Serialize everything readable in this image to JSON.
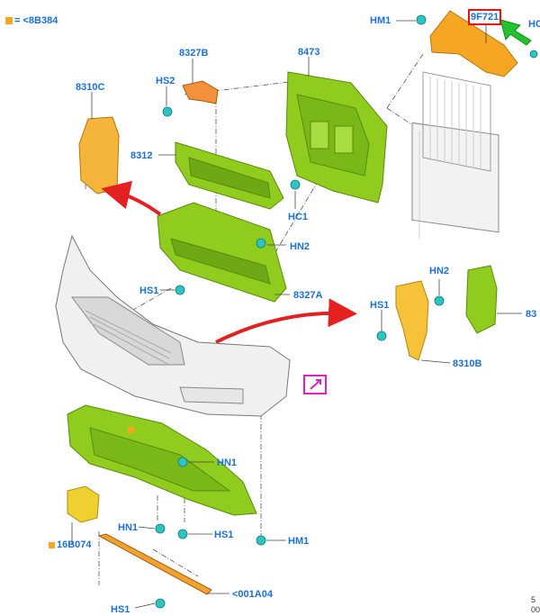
{
  "legend": {
    "marker_color": "#f5a623",
    "text": "= <8B384"
  },
  "labels": {
    "hm1_top": "HM1",
    "part_9f721": "9F721",
    "hc_right": "HC",
    "part_8327b": "8327B",
    "part_8473": "8473",
    "part_8310c": "8310C",
    "hs2": "HS2",
    "part_8312": "8312",
    "hc1": "HC1",
    "hn2_mid": "HN2",
    "hs1_mid": "HS1",
    "part_8327a": "8327A",
    "hn2_right": "HN2",
    "hs1_right": "HS1",
    "part_83_right": "83",
    "part_8310b": "8310B",
    "hn1_a": "HN1",
    "hn1_b": "HN1",
    "hs1_b": "HS1",
    "hm1_bottom": "HM1",
    "part_16b074": "16B074",
    "part_001a04": "<001A04",
    "hs1_bottom": "HS1",
    "footer_line1": "5",
    "footer_line2": "00"
  },
  "colors": {
    "green_part": "#8fcc1e",
    "orange_part": "#f5a623",
    "callout_blue": "#1a6fd8",
    "arrow_red": "#e52020",
    "arrow_green": "#22c32e",
    "highlight_red": "#e11111",
    "magenta_box": "#e020c0",
    "fastener_cyan": "#2ec4c4"
  }
}
